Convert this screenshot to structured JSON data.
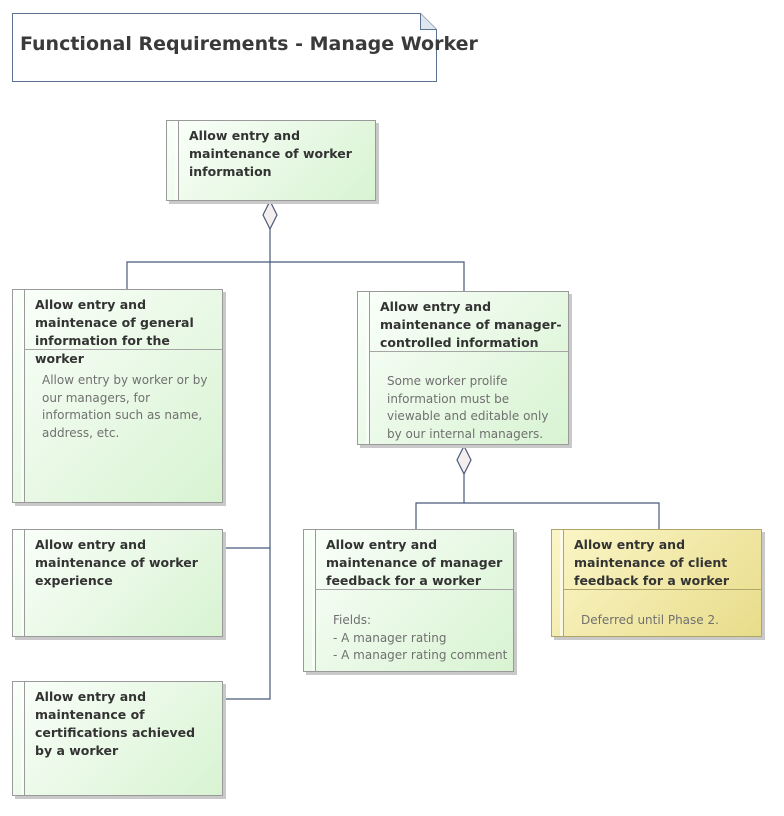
{
  "diagram": {
    "title": "Functional Requirements - Manage Worker",
    "requirements": {
      "worker_info": {
        "name": "Allow entry and maintenance of worker information"
      },
      "general_info": {
        "name": "Allow entry and maintenace of general information for the worker",
        "note": "Allow entry by worker or by our managers, for information such as name, address, etc."
      },
      "manager_info": {
        "name": "Allow entry and maintenance of manager-controlled information",
        "note": "Some worker prolife information must be viewable and editable only by our internal managers."
      },
      "experience": {
        "name": "Allow entry and maintenance of worker experience"
      },
      "certifications": {
        "name": "Allow entry and maintenance of certifications achieved by a worker"
      },
      "manager_feedback": {
        "name": "Allow entry and maintenance of manager feedback for a worker",
        "note": "Fields:\n- A manager rating\n- A manager rating comment"
      },
      "client_feedback": {
        "name": "Allow entry and maintenance of client feedback for a worker",
        "note": "Deferred until Phase 2."
      }
    },
    "colors": {
      "requirement_fill": "#d8f3d2",
      "deferred_fill": "#e8dc8a",
      "connector": "#4a5a7a"
    }
  }
}
